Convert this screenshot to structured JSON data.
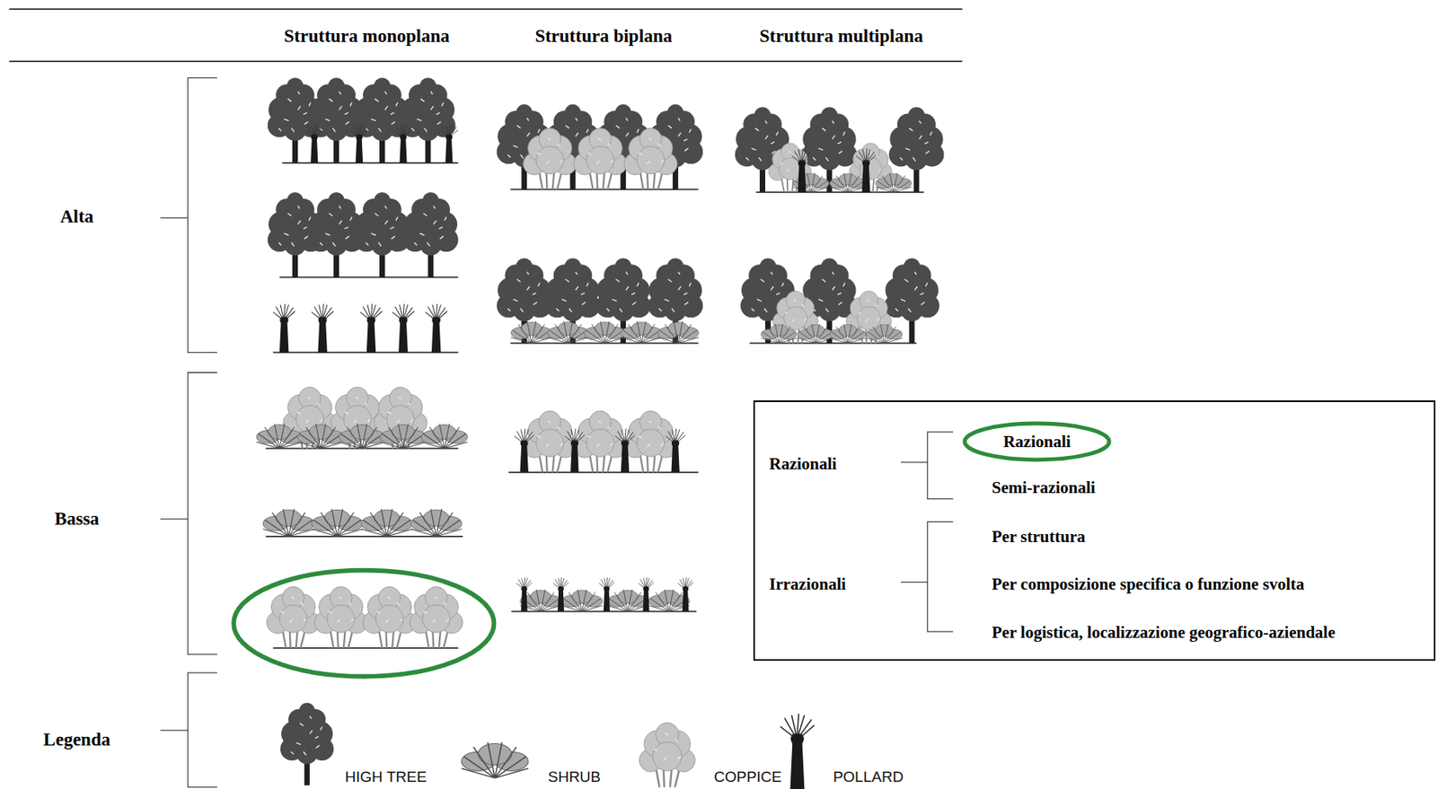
{
  "diagram": {
    "nodes": [
      {
        "text": [
          "Razionali",
          "Semi-razionali",
          "Irrazionali",
          "Per struttura",
          "Per composizione specifica o funzione svolta",
          "Per logistica, localizzazione geografico-aziendale"
        ]
      },
      {
        "text": [
          "Razionali"
        ],
        "in": 0
      }
    ],
    "labels": [
      "Struttura monoplana",
      "Struttura biplana",
      "Struttura multiplana",
      "Alta",
      "Bassa",
      "Legenda"
    ],
    "legend": [
      {
        "text": "HIGH TREE"
      },
      {
        "text": "SHRUB"
      },
      {
        "text": "COPPICE"
      },
      {
        "text": "POLLARD"
      }
    ]
  }
}
